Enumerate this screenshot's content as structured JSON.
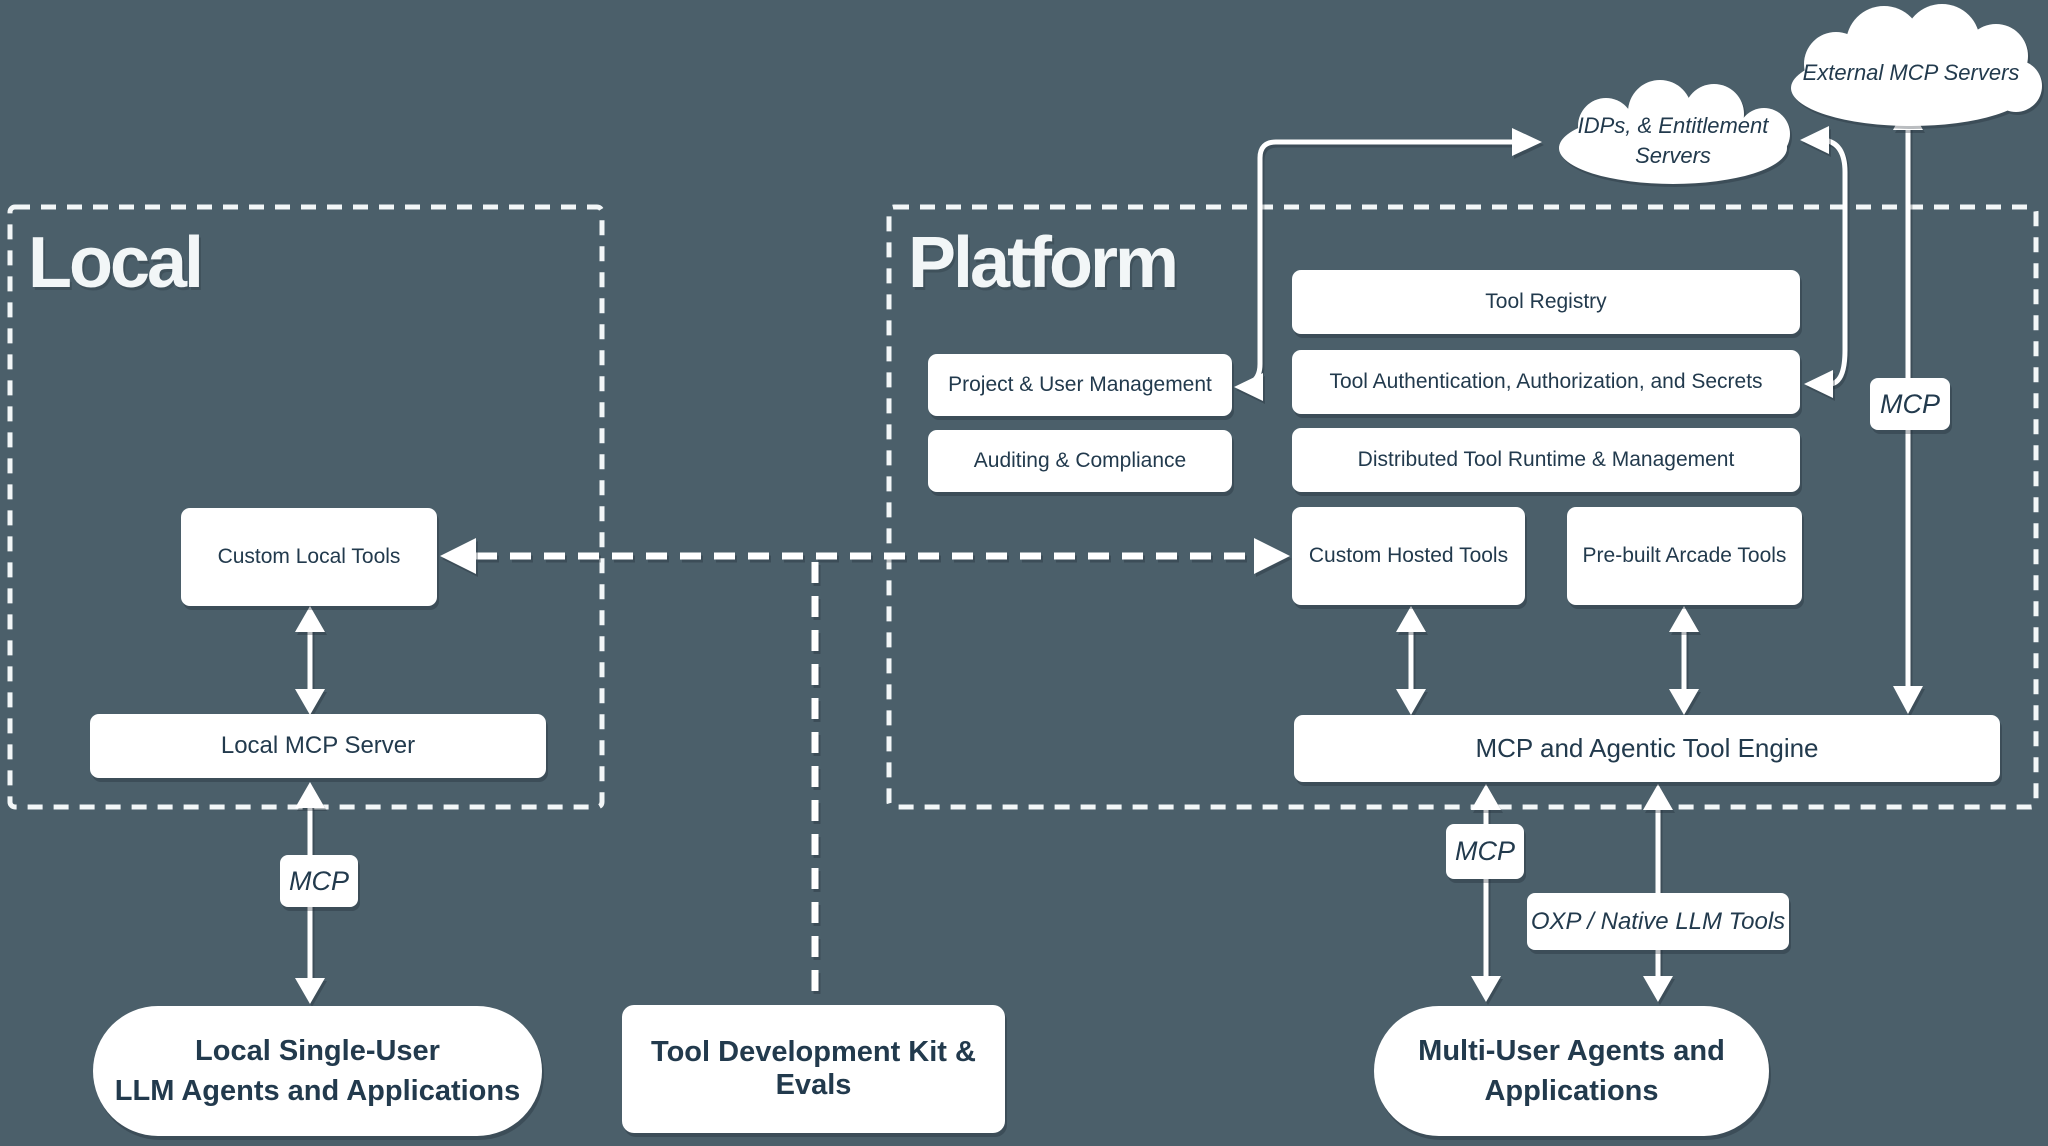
{
  "diagram": {
    "colors": {
      "background": "#4b5f6a",
      "node_fill": "#ffffff",
      "text_dark": "#223a4d",
      "line_white": "#f7f9fa"
    },
    "sections": {
      "local": {
        "title": "Local"
      },
      "platform": {
        "title": "Platform"
      }
    },
    "clouds": {
      "external_mcp": {
        "label": "External MCP Servers"
      },
      "idps": {
        "label_line1": "IDPs, & Entitlement",
        "label_line2": "Servers"
      }
    },
    "platform_nodes": {
      "tool_registry": {
        "label": "Tool Registry"
      },
      "tool_auth": {
        "label": "Tool Authentication, Authorization, and Secrets"
      },
      "distributed_runtime": {
        "label": "Distributed Tool Runtime & Management"
      },
      "project_user_mgmt": {
        "label": "Project & User Management"
      },
      "auditing_compliance": {
        "label": "Auditing & Compliance"
      },
      "custom_hosted_tools": {
        "label": "Custom Hosted Tools"
      },
      "prebuilt_arcade_tools": {
        "label": "Pre-built Arcade Tools"
      },
      "engine": {
        "label": "MCP and Agentic Tool Engine"
      }
    },
    "local_nodes": {
      "custom_local_tools": {
        "label": "Custom Local Tools"
      },
      "local_mcp_server": {
        "label": "Local MCP Server"
      }
    },
    "connector_labels": {
      "mcp_local": {
        "label": "MCP"
      },
      "mcp_platform_right": {
        "label": "MCP"
      },
      "mcp_platform_bottom": {
        "label": "MCP"
      },
      "oxp_native": {
        "label": "OXP / Native LLM Tools"
      }
    },
    "bottom_nodes": {
      "tool_dev_kit": {
        "label": "Tool Development Kit & Evals"
      },
      "local_agents_pill": {
        "line1": "Local Single-User",
        "line2": "LLM Agents and Applications"
      },
      "multi_user_pill": {
        "line1": "Multi-User Agents and",
        "line2": "Applications"
      }
    }
  }
}
